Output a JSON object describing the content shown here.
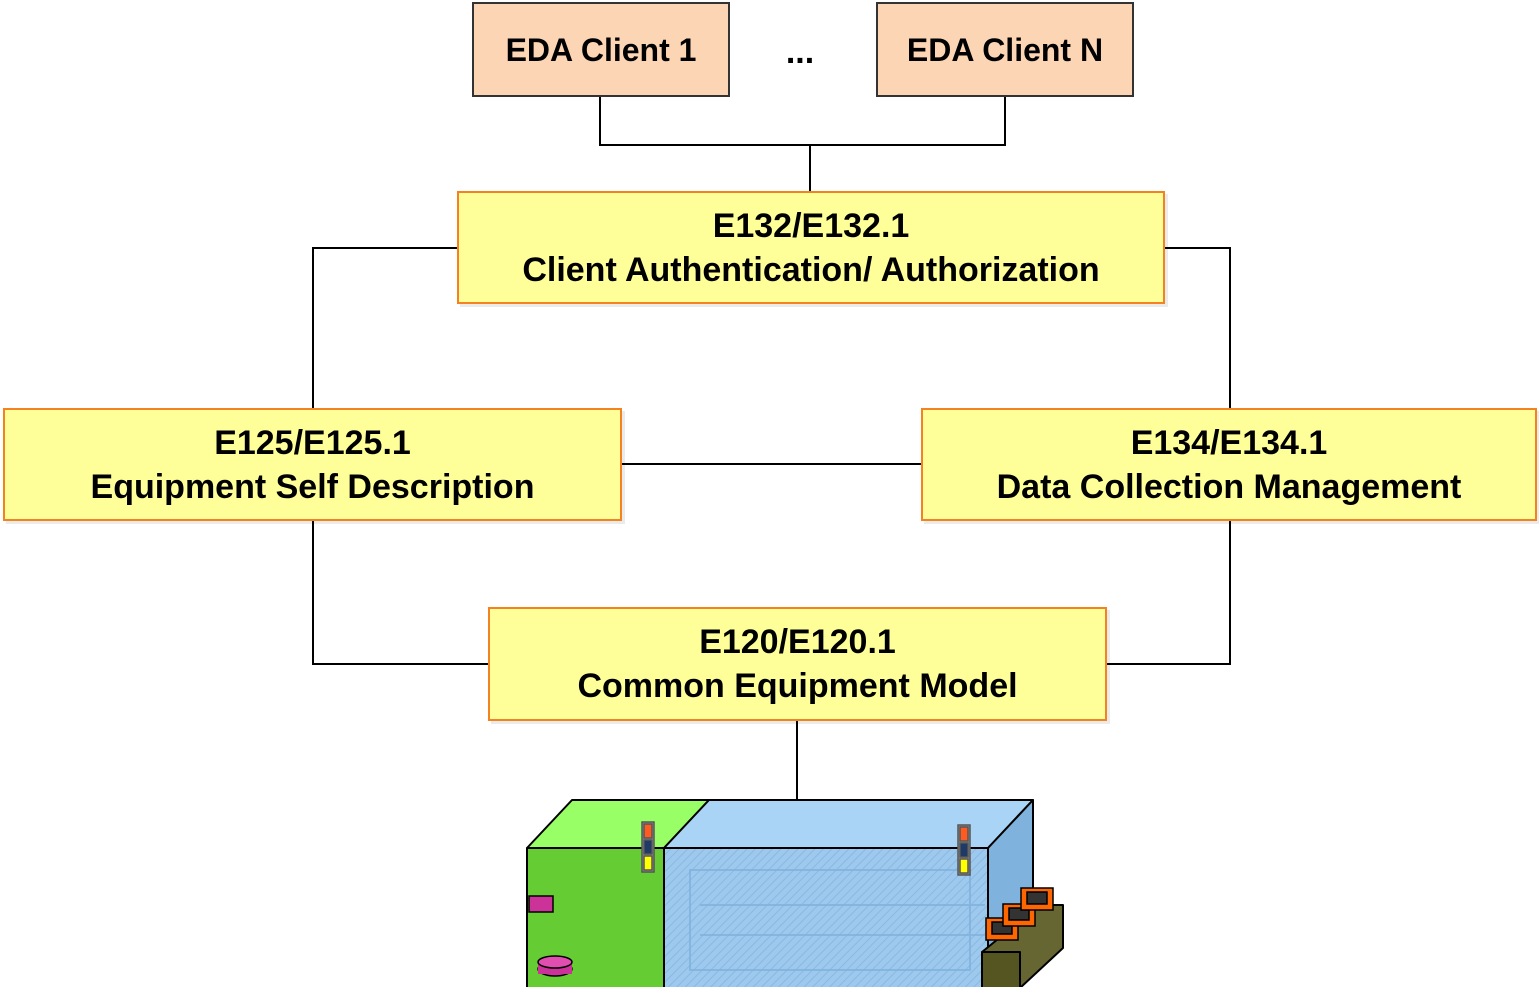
{
  "clients": {
    "first": "EDA Client 1",
    "ellipsis": "...",
    "last": "EDA Client N"
  },
  "standards": {
    "e132": {
      "code": "E132/E132.1",
      "name": "Client Authentication/ Authorization"
    },
    "e125": {
      "code": "E125/E125.1",
      "name": "Equipment Self Description"
    },
    "e134": {
      "code": "E134/E134.1",
      "name": "Data Collection Management"
    },
    "e120": {
      "code": "E120/E120.1",
      "name": "Common Equipment Model"
    }
  },
  "colors": {
    "client_fill": "#fcd5b4",
    "standard_fill": "#ffff99",
    "standard_border": "#f58220",
    "connector": "#000000"
  },
  "icons": {
    "equipment": "semiconductor-equipment-icon"
  }
}
